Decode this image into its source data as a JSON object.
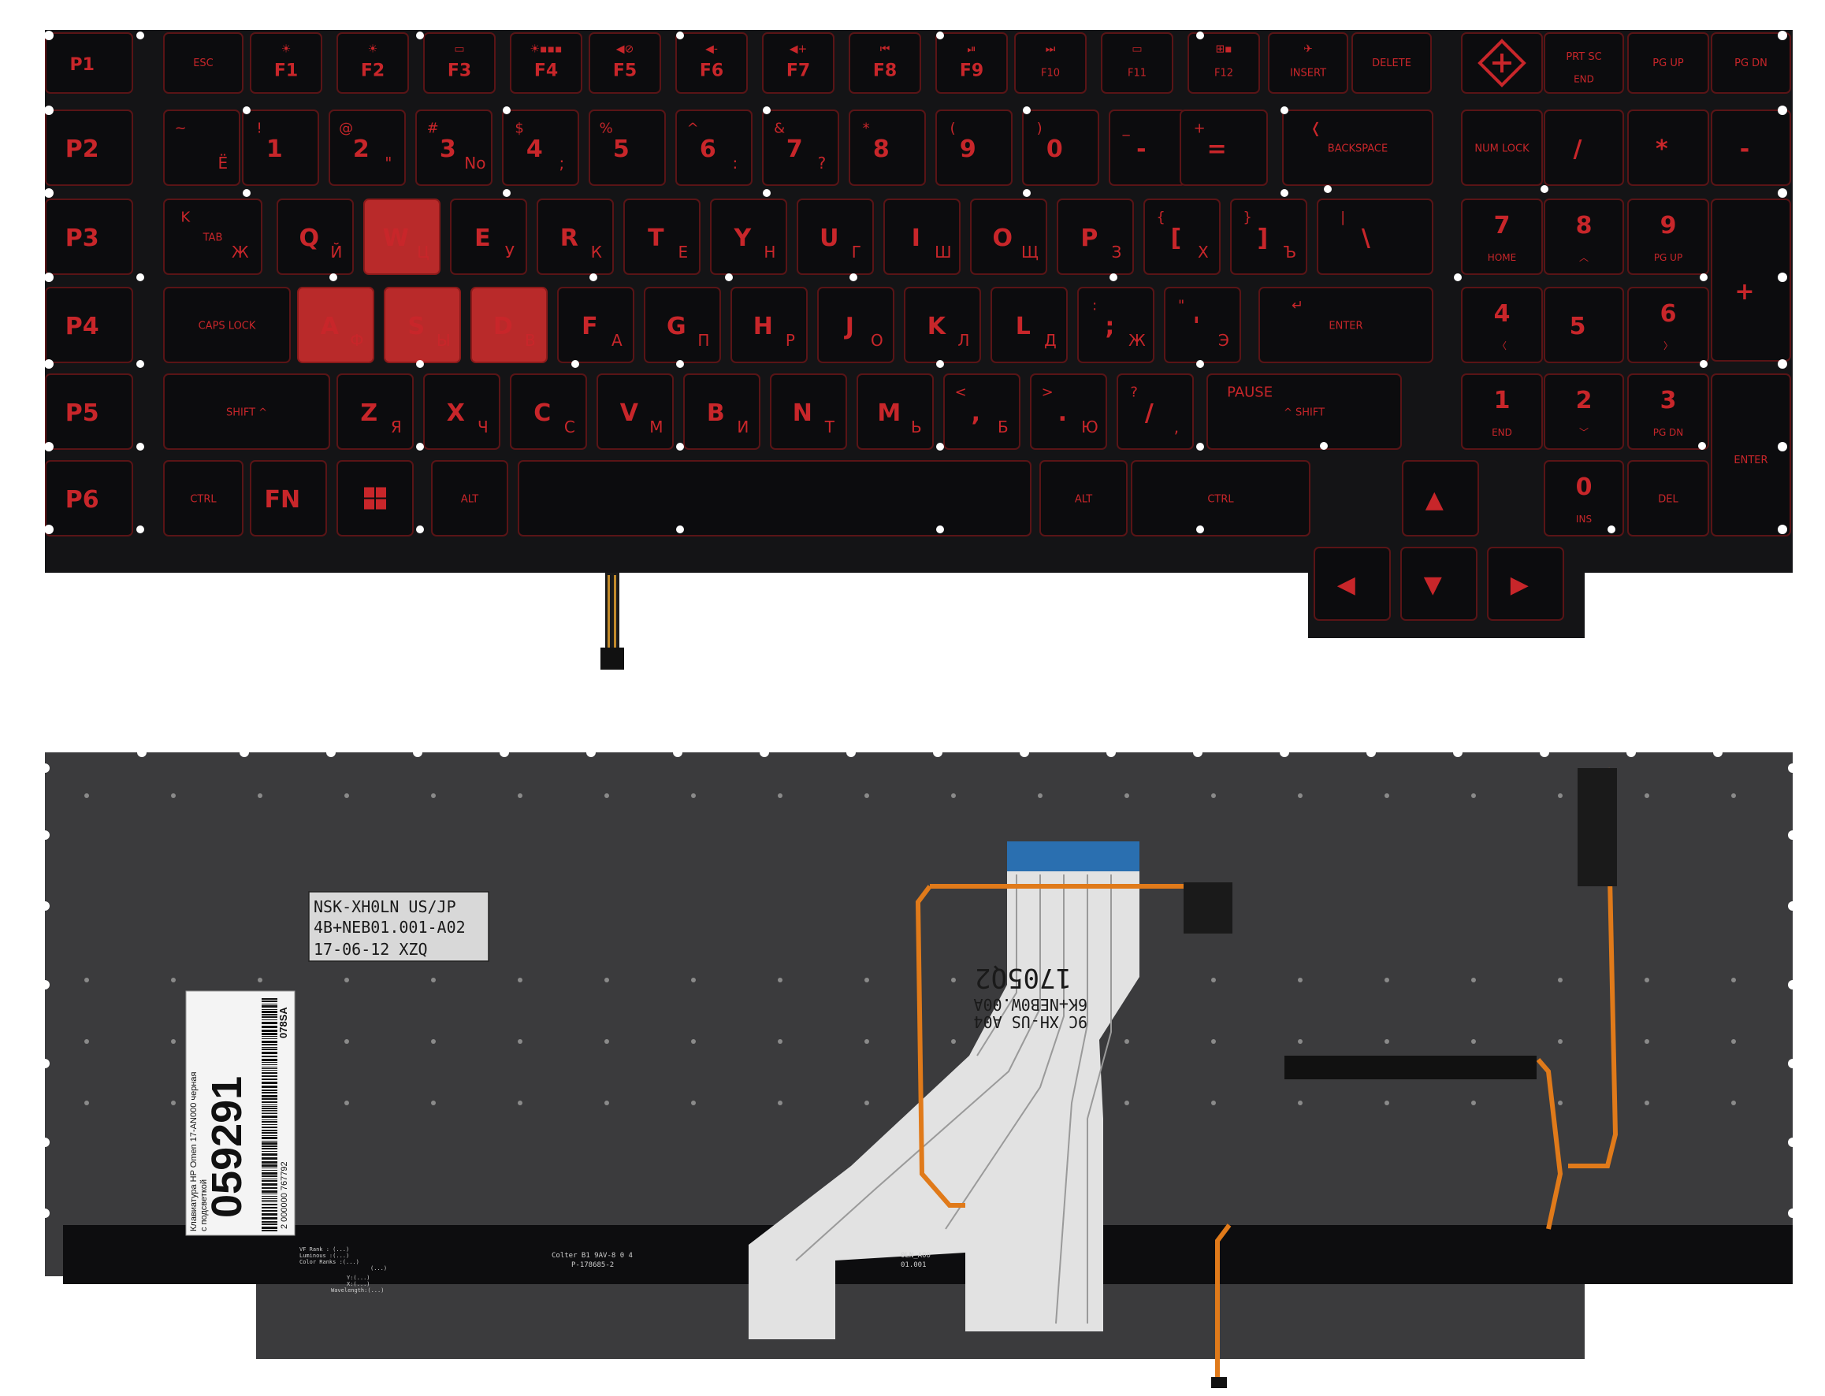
{
  "colors": {
    "page": "#ffffff",
    "chassis": "#141416",
    "key": "#0c0c0e",
    "key_outline": "#5a1416",
    "legend": "#c8262a",
    "highlight": "#b92a2a",
    "underside": "#3a3a3c",
    "cable": "#d9d9d9",
    "cable_blue": "#2a6fb0",
    "flex": "#e07a1a"
  },
  "rows": [
    [
      {
        "m": "P1"
      },
      {
        "m": "ESC"
      },
      {
        "m": "F1",
        "t": "☀"
      },
      {
        "m": "F2",
        "t": "☀"
      },
      {
        "m": "F3",
        "t": "▭"
      },
      {
        "m": "F4",
        "t": "☀▪▪▪"
      },
      {
        "m": "F5",
        "t": "◀⊘"
      },
      {
        "m": "F6",
        "t": "◀-"
      },
      {
        "m": "F7",
        "t": "◀+"
      },
      {
        "m": "F8",
        "t": "⏮"
      },
      {
        "m": "F9",
        "t": "⏯"
      },
      {
        "m": "F10",
        "t": "⏭"
      },
      {
        "m": "F11",
        "t": "▭"
      },
      {
        "m": "F12",
        "t": "⊞▪"
      },
      {
        "m": "INSERT",
        "t": "✈"
      },
      {
        "m": "DELETE"
      },
      {
        "m": "",
        "icon": "omen-logo"
      },
      {
        "m": "PRT SC",
        "b": "END"
      },
      {
        "m": "PG UP"
      },
      {
        "m": "PG DN"
      }
    ],
    [
      {
        "m": "P2"
      },
      {
        "m": "",
        "t": "~",
        "r": "Ё"
      },
      {
        "m": "1",
        "t": "!"
      },
      {
        "m": "2",
        "t": "@",
        "r": "\""
      },
      {
        "m": "3",
        "t": "#",
        "r": "No"
      },
      {
        "m": "4",
        "t": "$",
        "r": ";"
      },
      {
        "m": "5",
        "t": "%"
      },
      {
        "m": "6",
        "t": "^",
        "r": ":"
      },
      {
        "m": "7",
        "t": "&",
        "r": "?"
      },
      {
        "m": "8",
        "t": "*"
      },
      {
        "m": "9",
        "t": "("
      },
      {
        "m": "0",
        "t": ")"
      },
      {
        "m": "-",
        "t": "_"
      },
      {
        "m": "=",
        "t": "+"
      },
      {
        "m": "BACKSPACE",
        "t": "❬"
      },
      {
        "m": "NUM LOCK"
      },
      {
        "m": "/"
      },
      {
        "m": "*"
      },
      {
        "m": "-"
      }
    ],
    [
      {
        "m": "P3"
      },
      {
        "m": "TAB",
        "t": "K",
        "r": "Ж"
      },
      {
        "m": "Q",
        "r": "Й"
      },
      {
        "m": "W",
        "r": "Ц"
      },
      {
        "m": "E",
        "r": "У"
      },
      {
        "m": "R",
        "r": "К"
      },
      {
        "m": "T",
        "r": "Е"
      },
      {
        "m": "Y",
        "r": "Н"
      },
      {
        "m": "U",
        "r": "Г"
      },
      {
        "m": "I",
        "r": "Ш"
      },
      {
        "m": "O",
        "r": "Щ"
      },
      {
        "m": "P",
        "r": "З"
      },
      {
        "m": "[",
        "t": "{",
        "r": "Х"
      },
      {
        "m": "]",
        "t": "}",
        "r": "Ъ"
      },
      {
        "m": "\\",
        "t": "|"
      },
      {
        "m": "7",
        "b": "HOME"
      },
      {
        "m": "8",
        "b": "︿"
      },
      {
        "m": "9",
        "b": "PG UP"
      },
      {
        "m": "+"
      }
    ],
    [
      {
        "m": "P4"
      },
      {
        "m": "CAPS LOCK"
      },
      {
        "m": "A",
        "r": "Ф"
      },
      {
        "m": "S",
        "r": "Ы"
      },
      {
        "m": "D",
        "r": "В"
      },
      {
        "m": "F",
        "r": "А"
      },
      {
        "m": "G",
        "r": "П"
      },
      {
        "m": "H",
        "r": "Р"
      },
      {
        "m": "J",
        "r": "О"
      },
      {
        "m": "K",
        "r": "Л"
      },
      {
        "m": "L",
        "r": "Д"
      },
      {
        "m": ";",
        "t": ":",
        "r": "Ж"
      },
      {
        "m": "'",
        "t": "\"",
        "r": "Э"
      },
      {
        "m": "ENTER",
        "t": "↵"
      },
      {
        "m": "4",
        "b": "〈"
      },
      {
        "m": "5"
      },
      {
        "m": "6",
        "b": "〉"
      }
    ],
    [
      {
        "m": "P5"
      },
      {
        "m": "SHIFT ^"
      },
      {
        "m": "Z",
        "r": "Я"
      },
      {
        "m": "X",
        "r": "Ч"
      },
      {
        "m": "C",
        "r": "С"
      },
      {
        "m": "V",
        "r": "М"
      },
      {
        "m": "B",
        "r": "И"
      },
      {
        "m": "N",
        "r": "Т"
      },
      {
        "m": "M",
        "r": "Ь"
      },
      {
        "m": ",",
        "t": "<",
        "r": "Б"
      },
      {
        "m": ".",
        "t": ">",
        "r": "Ю"
      },
      {
        "m": "/",
        "t": "?",
        "r": ","
      },
      {
        "m": "^ SHIFT",
        "t": "PAUSE"
      },
      {
        "m": "1",
        "b": "END"
      },
      {
        "m": "2",
        "b": "﹀"
      },
      {
        "m": "3",
        "b": "PG DN"
      },
      {
        "m": "ENTER"
      }
    ],
    [
      {
        "m": "P6"
      },
      {
        "m": "CTRL"
      },
      {
        "m": "FN"
      },
      {
        "m": "",
        "icon": "windows-logo"
      },
      {
        "m": "ALT"
      },
      {
        "m": ""
      },
      {
        "m": "ALT"
      },
      {
        "m": "CTRL"
      },
      {
        "m": "▲"
      },
      {
        "m": "0",
        "b": "INS"
      },
      {
        "m": "DEL"
      }
    ],
    [
      {
        "m": "◀"
      },
      {
        "m": "▼"
      },
      {
        "m": "▶"
      }
    ]
  ],
  "sticker_top": [
    "NSK-XH0LN US/JP",
    "4B+NEB01.001-A02",
    "17-06-12  XZQ"
  ],
  "sticker_side": {
    "code": "059291",
    "desc1": "Клавиатура HP Omen 17-AN000 черная",
    "desc2": "с подсветкой",
    "barcode_digits": "2 000000 767792",
    "tag": "078SA"
  },
  "flex_text": {
    "a": "9C XH-US A04",
    "b": "6K+NEB0W.00A",
    "c": "1705Q2"
  },
  "strip_labels": {
    "left": [
      "VF Rank : (...)",
      "Luminous :(...)",
      "Color Ranks :(...)",
      "(...)",
      "Y:(...)",
      "X:(...)",
      "Wavelength:(...)"
    ],
    "mid1": "Colter  B1 9AV-8 0 4",
    "mid2": "P-178685-2",
    "mid3": "0LN_A00",
    "mid4": "01.001"
  }
}
